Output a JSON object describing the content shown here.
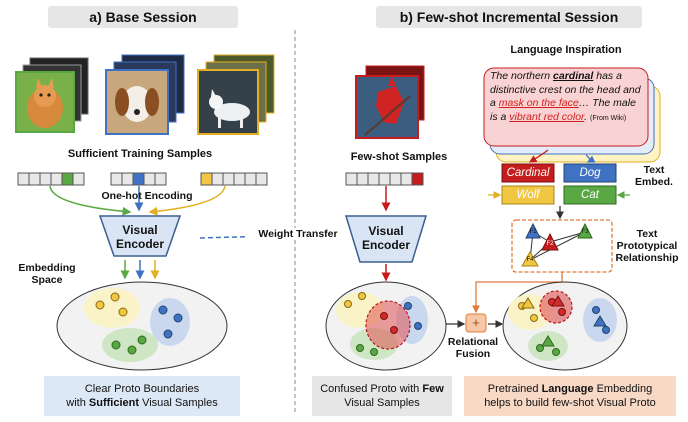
{
  "headers": {
    "base": "a)  Base Session",
    "fewshot": "b) Few-shot Incremental Session"
  },
  "labels": {
    "sufficient_samples": "Sufficient Training Samples",
    "onehot": "One-hot  Encoding",
    "embedding_space": "Embedding\nSpace",
    "weight_transfer": "Weight Transfer",
    "fewshot_samples": "Few-shot Samples",
    "language_inspiration": "Language Inspiration",
    "text_embed": "Text\nEmbed.",
    "text_proto": "Text\nPrototypical\nRelationship",
    "relational_fusion": "Relational\nFusion"
  },
  "encoders": {
    "left": "Visual\nEncoder",
    "right": "Visual\nEncoder"
  },
  "quote": {
    "p1": "The northern ",
    "bird": "cardinal",
    "p2": " has a distinctive crest on the head and a ",
    "mask": "mask on the face",
    "p3": "… The male is a ",
    "color": "vibrant red color",
    "p4": ". ",
    "source": "(From Wiki)"
  },
  "text_words": [
    {
      "label": "Cardinal",
      "color": "#c51d1d"
    },
    {
      "label": "Dog",
      "color": "#3f72c2"
    },
    {
      "label": "Wolf",
      "color": "#f0c643"
    },
    {
      "label": "Cat",
      "color": "#5aa844"
    }
  ],
  "proto_labels": [
    "F1",
    "F2",
    "F3",
    "F4"
  ],
  "bottom": {
    "left_l1": "Clear Proto Boundaries",
    "left_l2_pre": "with ",
    "left_l2_bold": "Sufficient",
    "left_l2_post": " Visual Samples",
    "mid_l1_pre": "Confused Proto with ",
    "mid_l1_bold": "Few",
    "mid_l2": "Visual Samples",
    "right_l1_pre": "Pretrained ",
    "right_l1_bold": "Language",
    "right_l1_post": " Embedding",
    "right_l2": "helps to build few-shot Visual Proto"
  },
  "colors": {
    "red": "#d12b2b",
    "blue": "#3f72c2",
    "green": "#5aa844",
    "yellow": "#f0c643",
    "orange": "#e07b39",
    "encoder_fill": "#d9e5f4",
    "encoder_stroke": "#3a5f8f"
  }
}
